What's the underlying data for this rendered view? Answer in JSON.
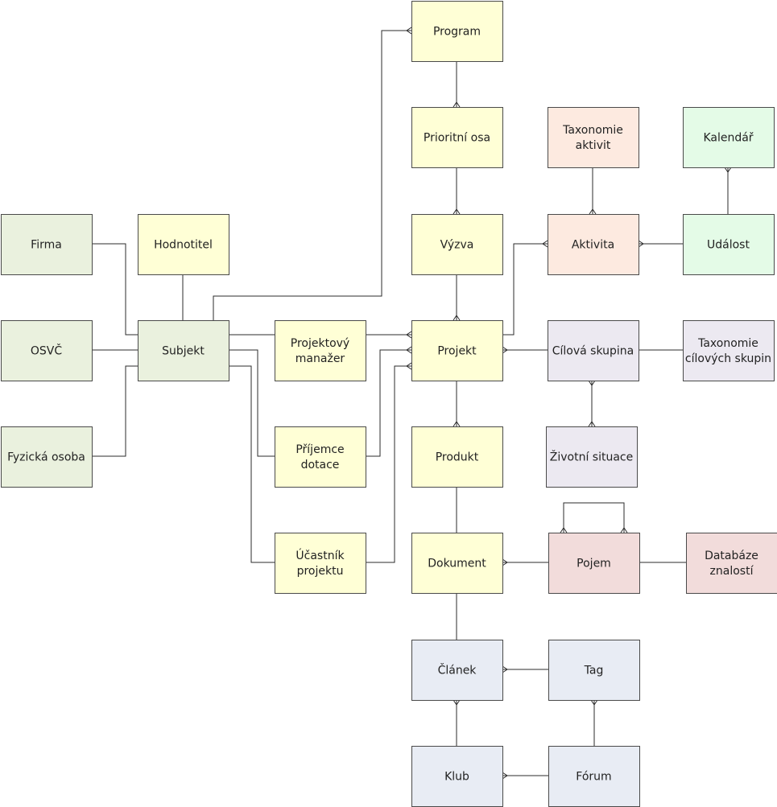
{
  "colors": {
    "yellow": "#ffffd6",
    "green": "#eaf1de",
    "peach": "#fdeae0",
    "mint": "#e4fbe7",
    "lavender": "#ece9f1",
    "rose": "#f2dcdb",
    "blue": "#e8ecf4",
    "line": "#2b2b2b",
    "border": "#4a4a4a"
  },
  "nodes": [
    {
      "id": "program",
      "lines": [
        "Program"
      ],
      "color": "yellow"
    },
    {
      "id": "prioritni-osa",
      "lines": [
        "Prioritní osa"
      ],
      "color": "yellow"
    },
    {
      "id": "vyzva",
      "lines": [
        "Výzva"
      ],
      "color": "yellow"
    },
    {
      "id": "projekt",
      "lines": [
        "Projekt"
      ],
      "color": "yellow"
    },
    {
      "id": "produkt",
      "lines": [
        "Produkt"
      ],
      "color": "yellow"
    },
    {
      "id": "dokument",
      "lines": [
        "Dokument"
      ],
      "color": "yellow"
    },
    {
      "id": "hodnotitel",
      "lines": [
        "Hodnotitel"
      ],
      "color": "yellow"
    },
    {
      "id": "projektovy-manazer",
      "lines": [
        "Projektový",
        "manažer"
      ],
      "color": "yellow"
    },
    {
      "id": "prijemce-dotace",
      "lines": [
        "Příjemce",
        "dotace"
      ],
      "color": "yellow"
    },
    {
      "id": "ucastnik-projektu",
      "lines": [
        "Účastník",
        "projektu"
      ],
      "color": "yellow"
    },
    {
      "id": "firma",
      "lines": [
        "Firma"
      ],
      "color": "green"
    },
    {
      "id": "osvc",
      "lines": [
        "OSVČ"
      ],
      "color": "green"
    },
    {
      "id": "fyzicka-osoba",
      "lines": [
        "Fyzická osoba"
      ],
      "color": "green"
    },
    {
      "id": "subjekt",
      "lines": [
        "Subjekt"
      ],
      "color": "green"
    },
    {
      "id": "taxonomie-aktivit",
      "lines": [
        "Taxonomie",
        "aktivit"
      ],
      "color": "peach"
    },
    {
      "id": "aktivita",
      "lines": [
        "Aktivita"
      ],
      "color": "peach"
    },
    {
      "id": "kalendar",
      "lines": [
        "Kalendář"
      ],
      "color": "mint"
    },
    {
      "id": "udalost",
      "lines": [
        "Událost"
      ],
      "color": "mint"
    },
    {
      "id": "cilova-skupina",
      "lines": [
        "Cílová skupina"
      ],
      "color": "lavender"
    },
    {
      "id": "taxonomie-cilovych-skupin",
      "lines": [
        "Taxonomie",
        "cílových skupin"
      ],
      "color": "lavender"
    },
    {
      "id": "zivotni-situace",
      "lines": [
        "Životní situace"
      ],
      "color": "lavender"
    },
    {
      "id": "pojem",
      "lines": [
        "Pojem"
      ],
      "color": "rose"
    },
    {
      "id": "databaze-znalosti",
      "lines": [
        "Databáze",
        "znalostí"
      ],
      "color": "rose"
    },
    {
      "id": "clanek",
      "lines": [
        "Článek"
      ],
      "color": "blue"
    },
    {
      "id": "tag",
      "lines": [
        "Tag"
      ],
      "color": "blue"
    },
    {
      "id": "klub",
      "lines": [
        "Klub"
      ],
      "color": "blue"
    },
    {
      "id": "forum",
      "lines": [
        "Fórum"
      ],
      "color": "blue"
    }
  ]
}
